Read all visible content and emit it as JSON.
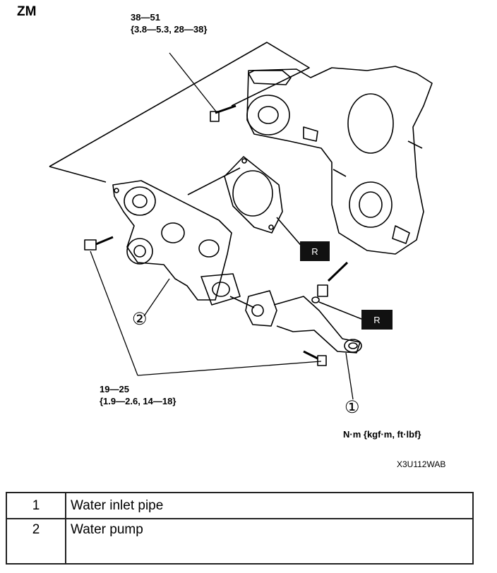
{
  "engine_label": "ZM",
  "torque_top": {
    "line1": "38—51",
    "line2": "{3.8—5.3, 28—38}"
  },
  "torque_bottom": {
    "line1": "19—25",
    "line2": "{1.9—2.6, 14—18}"
  },
  "units": "N·m {kgf·m, ft·lbf}",
  "figure_code": "X3U112WAB",
  "callouts": [
    {
      "number": "1",
      "symbol": "①"
    },
    {
      "number": "2",
      "symbol": "②"
    }
  ],
  "replace_badge": "R",
  "legend": [
    {
      "number": "1",
      "part": "Water inlet pipe"
    },
    {
      "number": "2",
      "part": "Water pump"
    }
  ]
}
